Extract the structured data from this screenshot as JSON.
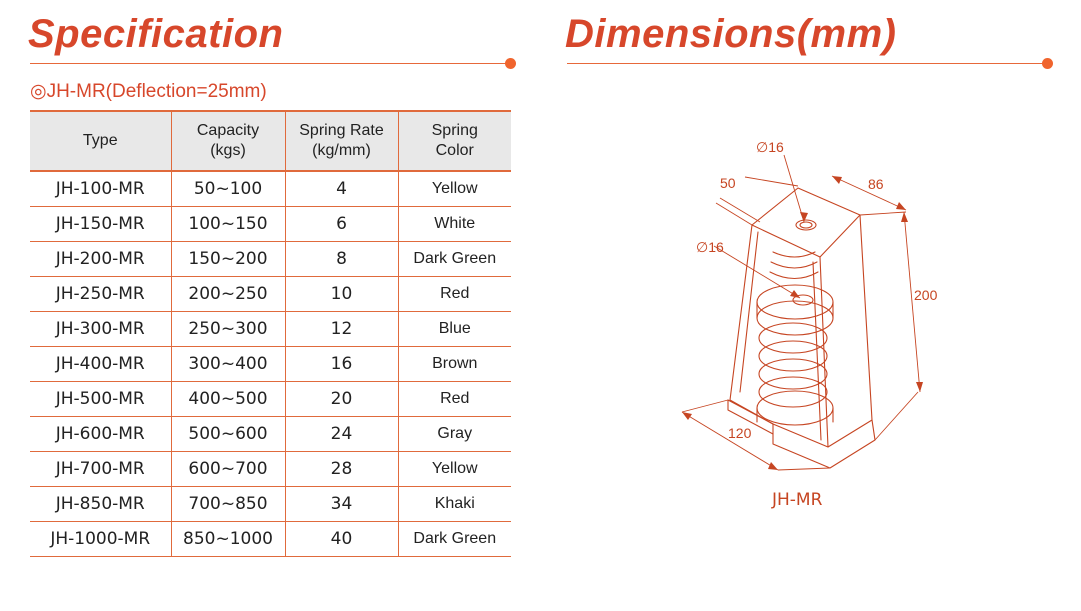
{
  "left_title": "Specification",
  "right_title": "Dimensions(mm)",
  "subtitle": "◎JH-MR(Deflection=25mm)",
  "table": {
    "headers": [
      [
        "Type"
      ],
      [
        "Capacity",
        "(kgs)"
      ],
      [
        "Spring Rate",
        "(kg/mm)"
      ],
      [
        "Spring",
        "Color"
      ]
    ],
    "rows": [
      [
        "JH-100-MR",
        "50~100",
        "4",
        "Yellow"
      ],
      [
        "JH-150-MR",
        "100~150",
        "6",
        "White"
      ],
      [
        "JH-200-MR",
        "150~200",
        "8",
        "Dark Green"
      ],
      [
        "JH-250-MR",
        "200~250",
        "10",
        "Red"
      ],
      [
        "JH-300-MR",
        "250~300",
        "12",
        "Blue"
      ],
      [
        "JH-400-MR",
        "300~400",
        "16",
        "Brown"
      ],
      [
        "JH-500-MR",
        "400~500",
        "20",
        "Red"
      ],
      [
        "JH-600-MR",
        "500~600",
        "24",
        "Gray"
      ],
      [
        "JH-700-MR",
        "600~700",
        "28",
        "Yellow"
      ],
      [
        "JH-850-MR",
        "700~850",
        "34",
        "Khaki"
      ],
      [
        "JH-1000-MR",
        "850~1000",
        "40",
        "Dark Green"
      ]
    ]
  },
  "drawing": {
    "dims": {
      "top_hole": "∅16",
      "inner_hole": "∅16",
      "depth": "50",
      "width": "86",
      "height": "200",
      "base": "120"
    },
    "model": "JH-MR"
  },
  "colors": {
    "accent": "#d7472b",
    "rule": "#e7683a",
    "line": "#c64522"
  }
}
